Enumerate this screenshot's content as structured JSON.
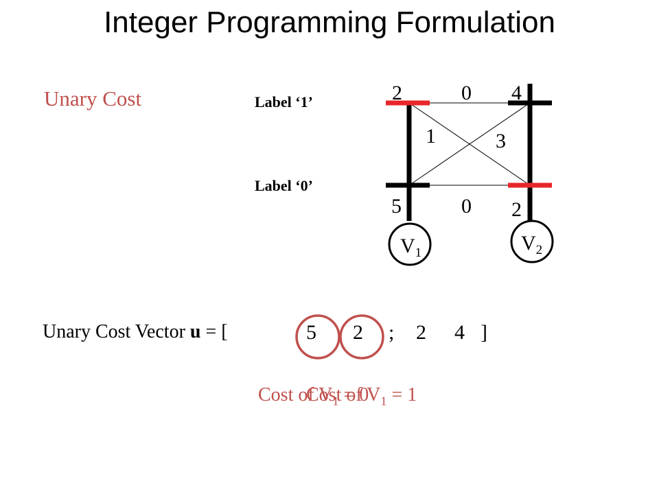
{
  "title": "Integer Programming Formulation",
  "section_label": "Unary Cost",
  "labels": {
    "top": "Label ‘1’",
    "bottom": "Label ‘0’"
  },
  "variables": [
    {
      "name": "V",
      "sub": "1",
      "unary_label1": "2",
      "unary_label0": "5",
      "selected": "1"
    },
    {
      "name": "V",
      "sub": "2",
      "unary_label1": "4",
      "unary_label0": "2",
      "selected": "0"
    }
  ],
  "pairwise": {
    "top_edge": "0",
    "bottom_edge": "0",
    "diag_a": "1",
    "diag_b": "3"
  },
  "vector": {
    "prefix": "Unary Cost Vector ",
    "bold_name": "u",
    "eq": " = [",
    "values": [
      "5",
      "2",
      "2",
      "4"
    ],
    "separator": ";",
    "close": "]"
  },
  "cost_notes": [
    {
      "pre": "Cost of V",
      "sub": "1",
      "post": " = 0"
    },
    {
      "pre": "Cost of V",
      "sub": "1",
      "post": " = 1"
    }
  ],
  "colors": {
    "accent": "#c0504d",
    "highlight": "#e8262b",
    "line": "#000000"
  }
}
